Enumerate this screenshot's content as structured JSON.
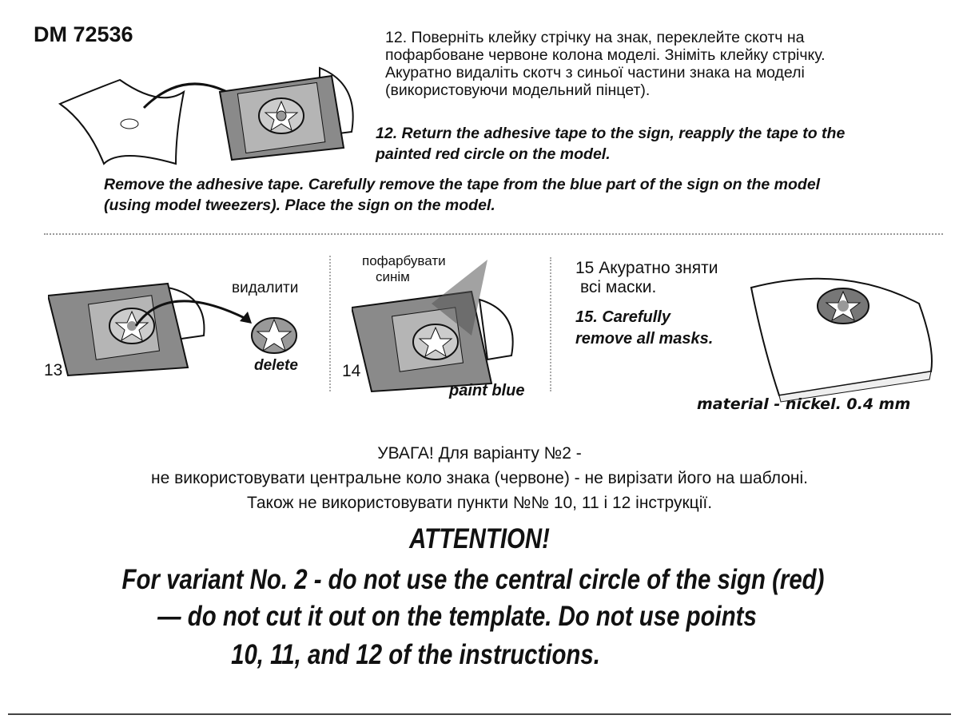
{
  "header": {
    "code": "DM 72536"
  },
  "step12": {
    "ua": [
      "12. Поверніть клейку стрічку на знак, переклейте  скотч на",
      "пофарбоване червоне колона моделі. Зніміть клейку стрічку.",
      "Акуратно видаліть скотч з синьої частини знака на моделі",
      "(використовуючи модельний пінцет)."
    ],
    "en": [
      "12. Return the adhesive tape to the sign, reapply the tape to the",
      "painted red circle on the model.",
      "Remove the adhesive tape. Carefully remove the tape from the blue part of the sign on the model",
      "(using model tweezers). Place the sign on the model."
    ]
  },
  "step13": {
    "number": "13",
    "label_ua": "видалити",
    "label_en": "delete"
  },
  "step14": {
    "number": "14",
    "label_ua": [
      "пофарбувати",
      "синім"
    ],
    "label_en": "paint blue"
  },
  "step15": {
    "ua": [
      "15 Акуратно зняти",
      "всі маски."
    ],
    "en": [
      "15. Carefully",
      "remove all masks."
    ],
    "material": "material - nickel.  0.4 mm"
  },
  "attention": {
    "ua": [
      "УВАГА! Для варіанту №2 -",
      "не використовувати центральне коло знака (червоне) - не вирізати його на шаблоні.",
      "Також не використовувати пункти №№ 10, 11 і 12 інструкції."
    ],
    "en": [
      "ATTENTION!",
      "For variant No. 2 - do not use the central circle of the sign (red)",
      "— do not cut it out on the template. Do not use points",
      "10, 11, and 12 of the instructions."
    ]
  }
}
